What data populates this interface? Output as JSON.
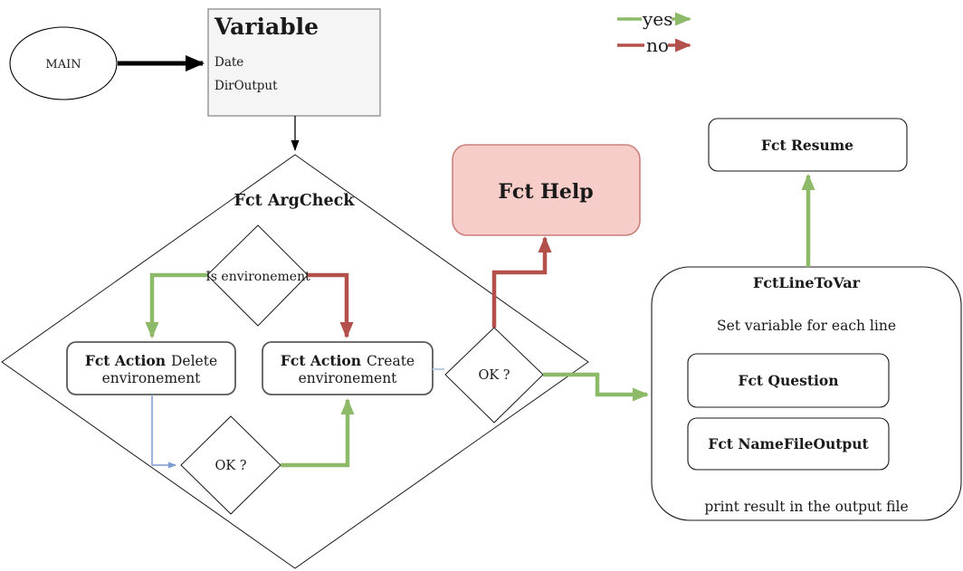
{
  "legend": {
    "yes_label": "yes",
    "no_label": "no"
  },
  "colors": {
    "yes_green": "#8cba68",
    "no_red": "#b3504c",
    "help_fill": "#f6cdc9",
    "help_border": "#c9807a",
    "variable_fill": "#f5f5f5",
    "variable_border": "#9e9e9e",
    "blue_connector": "#7b9cd1",
    "light_blue_connector": "#b9cbe5",
    "box_border_gray": "#595959"
  },
  "nodes": {
    "main": {
      "label": "MAIN"
    },
    "variable": {
      "title": "Variable",
      "fields": [
        "Date",
        "DirOutput"
      ]
    },
    "argcheck": {
      "label": "Fct ArgCheck"
    },
    "is_env": {
      "label": "Is environement"
    },
    "action_delete": {
      "bold": "Fct Action",
      "rest": "Delete",
      "line2": "environement"
    },
    "action_create": {
      "bold": "Fct Action",
      "rest": "Create",
      "line2": "environement"
    },
    "ok_bottom": {
      "label": "OK ?"
    },
    "ok_right": {
      "label": "OK ?"
    },
    "help": {
      "label": "Fct Help"
    },
    "resume": {
      "label": "Fct Resume"
    },
    "line_to_var": {
      "title": "FctLineToVar",
      "subtitle": "Set variable for each line",
      "child1": "Fct Question",
      "child2": "Fct NameFileOutput",
      "footer": "print result in the output file"
    }
  }
}
